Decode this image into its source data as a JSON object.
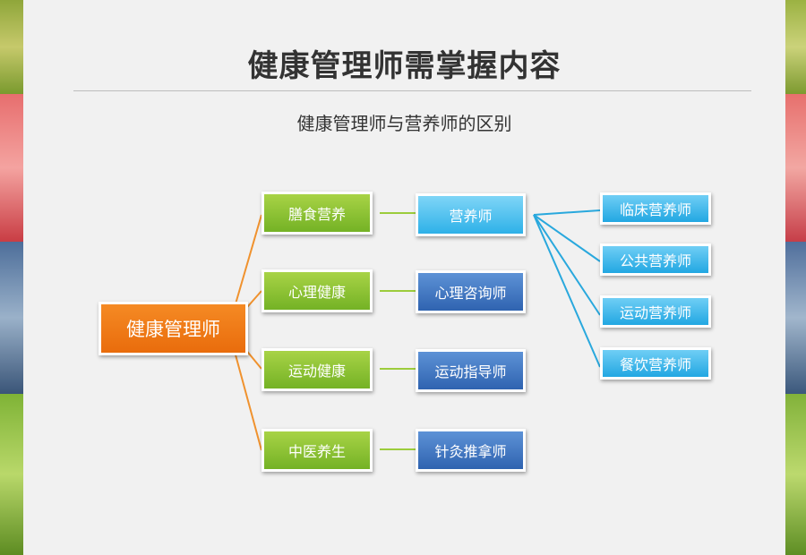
{
  "title": "健康管理师需掌握内容",
  "subtitle": "健康管理师与营养师的区别",
  "root": "健康管理师",
  "branches": [
    {
      "domain": "膳食营养",
      "role": "营养师"
    },
    {
      "domain": "心理健康",
      "role": "心理咨询师"
    },
    {
      "domain": "运动健康",
      "role": "运动指导师"
    },
    {
      "domain": "中医养生",
      "role": "针灸推拿师"
    }
  ],
  "nutritionist_types": [
    "临床营养师",
    "公共营养师",
    "运动营养师",
    "餐饮营养师"
  ],
  "colors": {
    "root": "#ef7b16",
    "domain_node": "#8cc23a",
    "nutritionist_node": "#38b6ec",
    "role_node": "#3c72c0",
    "root_connector": "#f0922e",
    "domain_connector": "#9ccc3c",
    "nutritionist_connector": "#29a8dd"
  }
}
